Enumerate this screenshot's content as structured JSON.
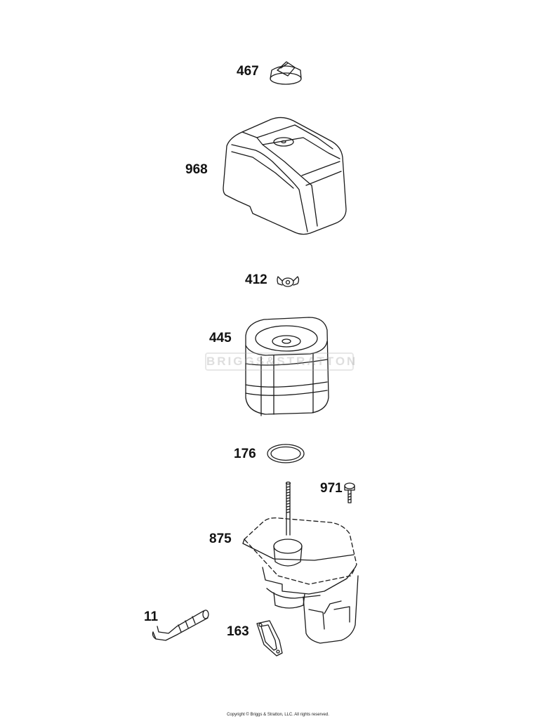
{
  "parts": [
    {
      "id": "467",
      "label": "467"
    },
    {
      "id": "968",
      "label": "968"
    },
    {
      "id": "412",
      "label": "412"
    },
    {
      "id": "445",
      "label": "445"
    },
    {
      "id": "176",
      "label": "176"
    },
    {
      "id": "971",
      "label": "971"
    },
    {
      "id": "875",
      "label": "875"
    },
    {
      "id": "11",
      "label": "11"
    },
    {
      "id": "163",
      "label": "163"
    }
  ],
  "watermark": "BRIGGS&STRATTON",
  "copyright": "Copyright © Briggs & Stratton, LLC. All rights reserved."
}
